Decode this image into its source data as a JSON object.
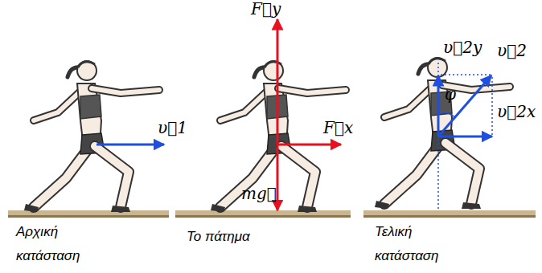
{
  "diagram": {
    "labels": [
      "υ⃗1",
      "Αρχική κατάσταση",
      "F⃗y",
      "F⃗x",
      "mg⃗",
      "Το πάτημα",
      "υ⃗2y",
      "υ⃗2",
      "υ⃗2x",
      "φ",
      "Τελική κατάσταση"
    ]
  }
}
